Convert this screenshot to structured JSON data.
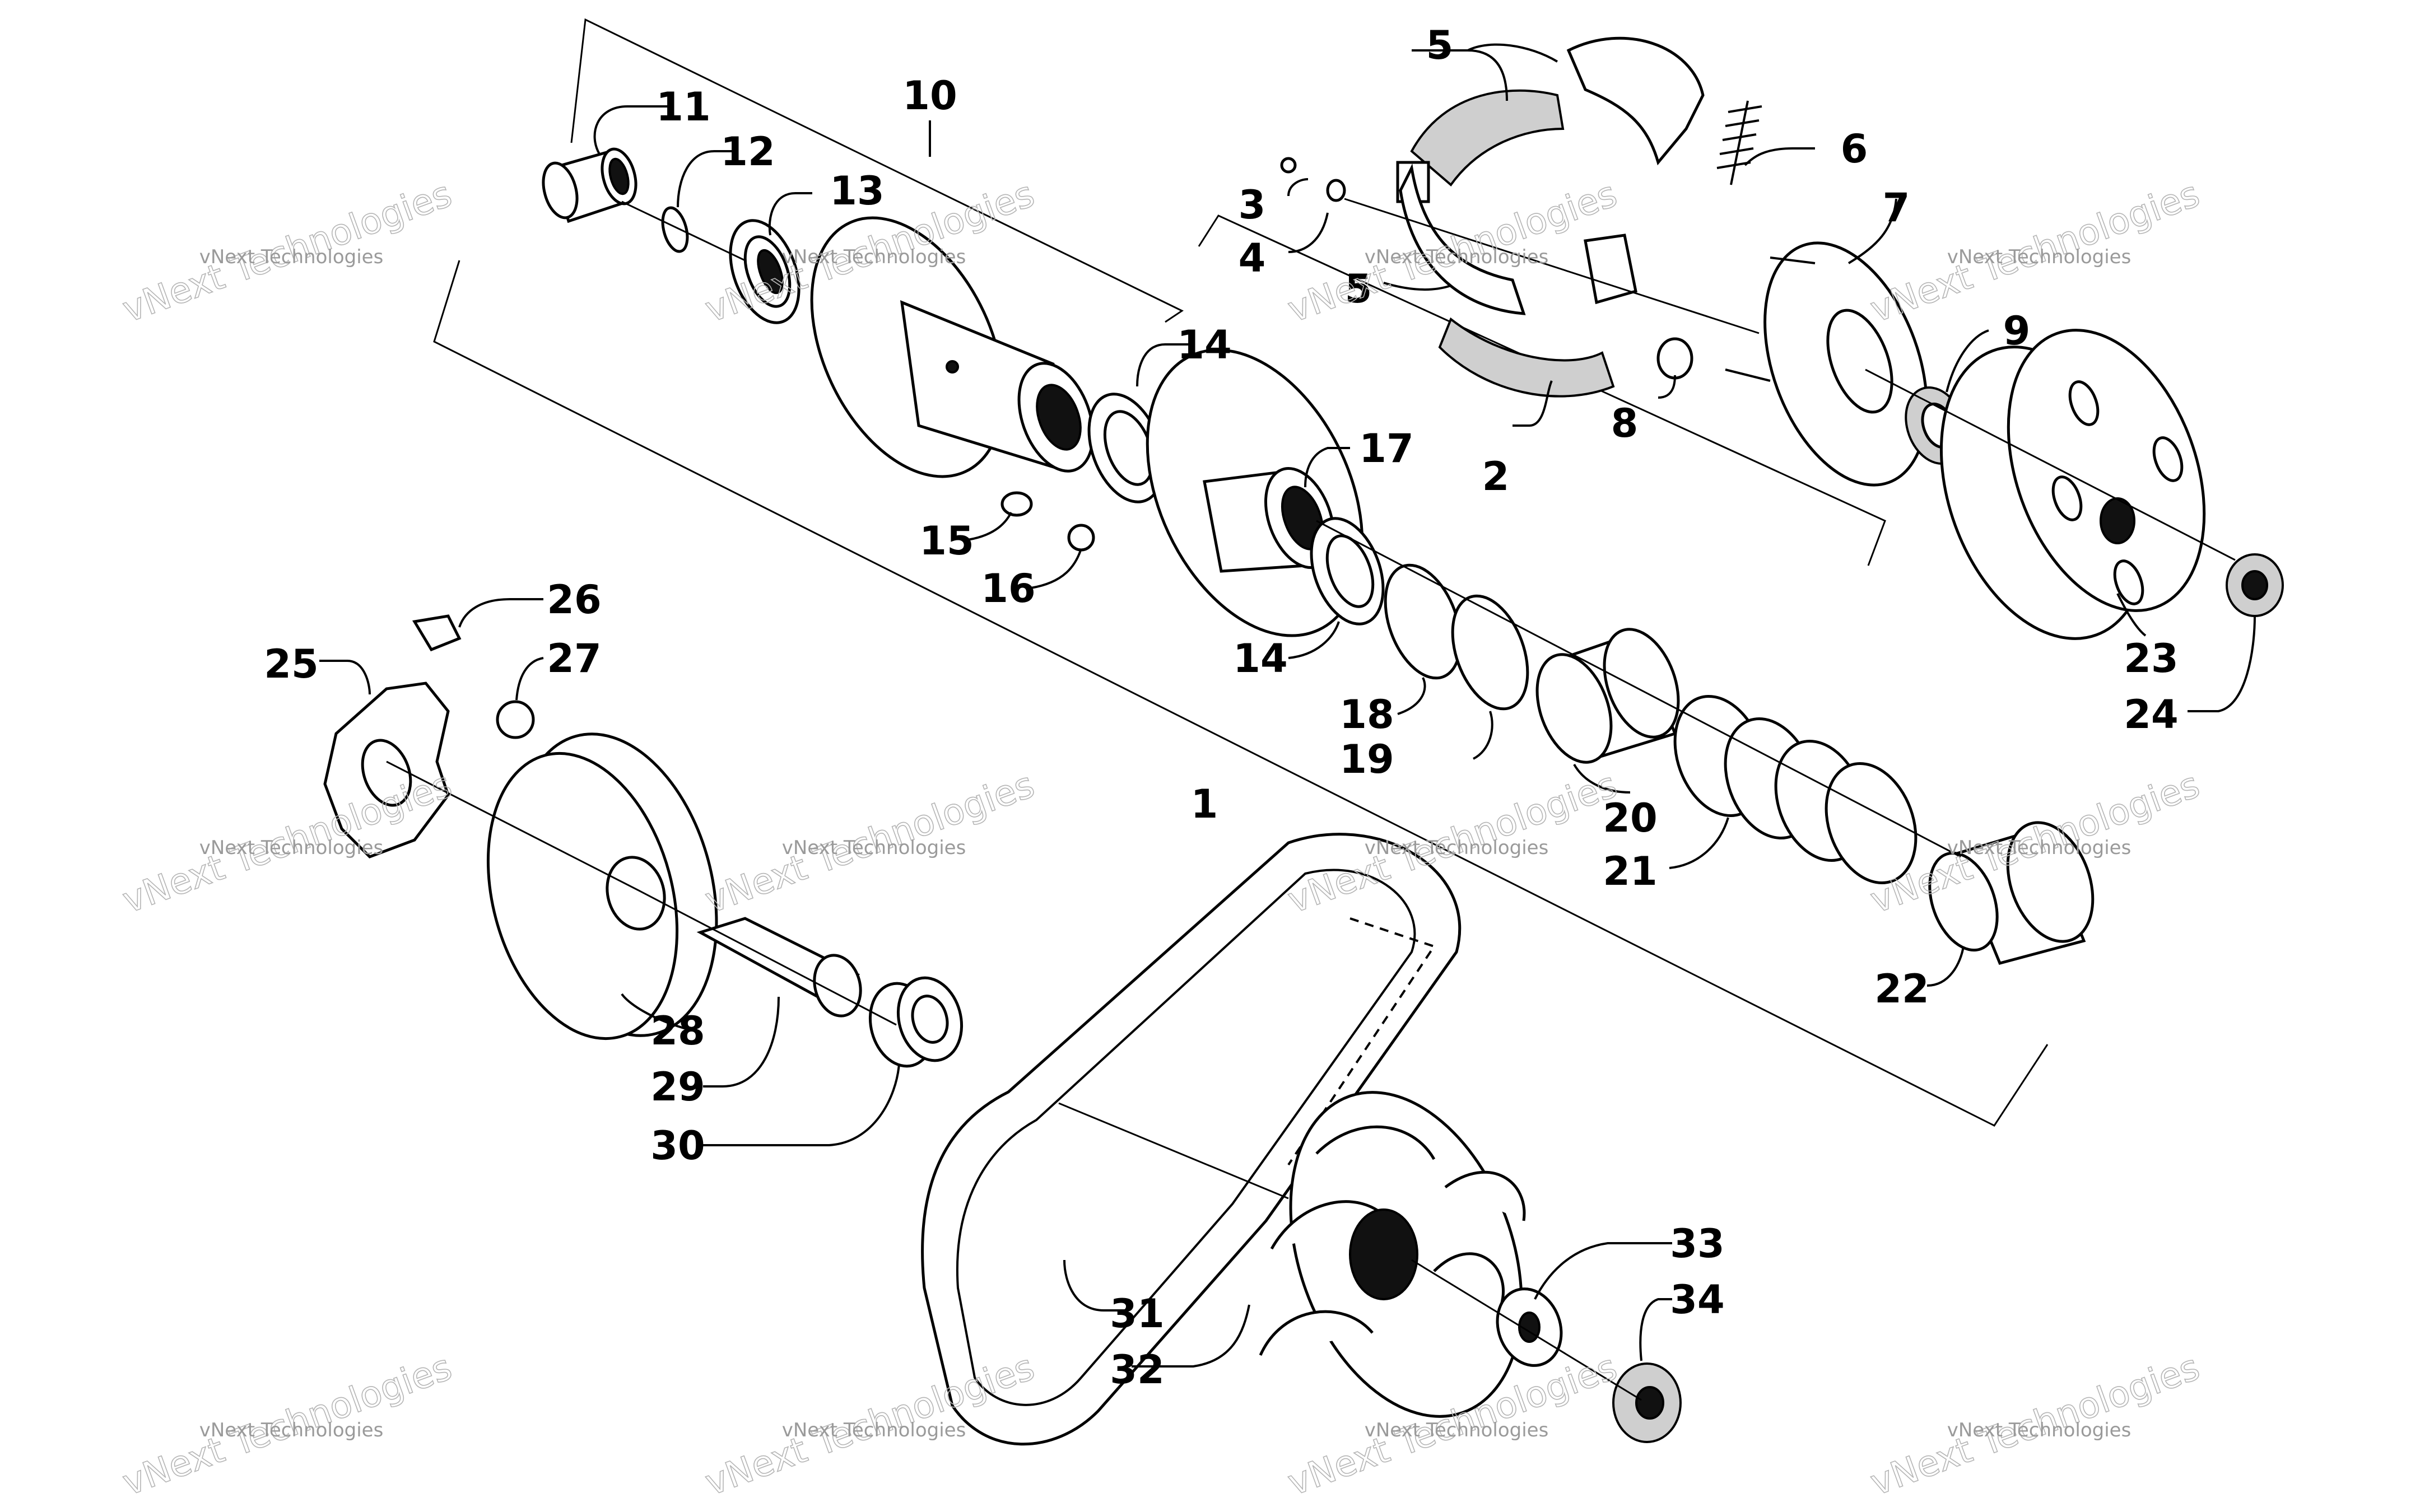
{
  "diagram": {
    "watermark_text": "vNext Technologies",
    "callouts": [
      {
        "id": "1",
        "label": "1"
      },
      {
        "id": "2",
        "label": "2"
      },
      {
        "id": "3",
        "label": "3"
      },
      {
        "id": "4",
        "label": "4"
      },
      {
        "id": "5a",
        "label": "5"
      },
      {
        "id": "5b",
        "label": "5"
      },
      {
        "id": "6",
        "label": "6"
      },
      {
        "id": "7",
        "label": "7"
      },
      {
        "id": "8",
        "label": "8"
      },
      {
        "id": "9",
        "label": "9"
      },
      {
        "id": "10",
        "label": "10"
      },
      {
        "id": "11",
        "label": "11"
      },
      {
        "id": "12",
        "label": "12"
      },
      {
        "id": "13",
        "label": "13"
      },
      {
        "id": "14a",
        "label": "14"
      },
      {
        "id": "14b",
        "label": "14"
      },
      {
        "id": "15",
        "label": "15"
      },
      {
        "id": "16",
        "label": "16"
      },
      {
        "id": "17",
        "label": "17"
      },
      {
        "id": "18",
        "label": "18"
      },
      {
        "id": "19",
        "label": "19"
      },
      {
        "id": "20",
        "label": "20"
      },
      {
        "id": "21",
        "label": "21"
      },
      {
        "id": "22",
        "label": "22"
      },
      {
        "id": "23",
        "label": "23"
      },
      {
        "id": "24",
        "label": "24"
      },
      {
        "id": "25",
        "label": "25"
      },
      {
        "id": "26",
        "label": "26"
      },
      {
        "id": "27",
        "label": "27"
      },
      {
        "id": "28",
        "label": "28"
      },
      {
        "id": "29",
        "label": "29"
      },
      {
        "id": "30",
        "label": "30"
      },
      {
        "id": "31",
        "label": "31"
      },
      {
        "id": "32",
        "label": "32"
      },
      {
        "id": "33",
        "label": "33"
      },
      {
        "id": "34",
        "label": "34"
      }
    ]
  }
}
